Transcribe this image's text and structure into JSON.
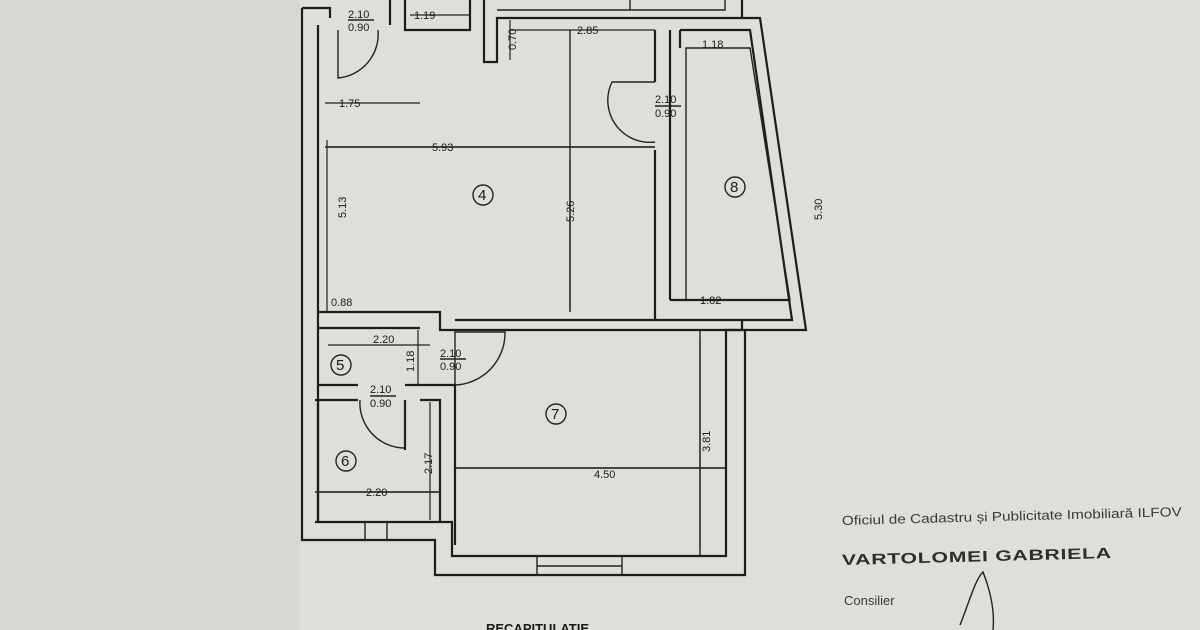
{
  "rooms": [
    {
      "id": "room-4",
      "number": "4"
    },
    {
      "id": "room-5",
      "number": "5"
    },
    {
      "id": "room-6",
      "number": "6"
    },
    {
      "id": "room-7",
      "number": "7"
    },
    {
      "id": "room-8",
      "number": "8"
    }
  ],
  "doors": {
    "top_left": {
      "h": "2.10",
      "w": "0.90"
    },
    "room8": {
      "h": "2.10",
      "w": "0.90"
    },
    "hall": {
      "h": "2.10",
      "w": "0.90"
    },
    "room6": {
      "h": "2.10",
      "w": "0.90"
    }
  },
  "dimensions": {
    "d119": "1.19",
    "d070": "0.70",
    "d285": "2.85",
    "d118_top": "1.18",
    "d175": "1.75",
    "d593": "5.93",
    "d513": "5.13",
    "d526": "5.26",
    "d530": "5.30",
    "d088": "0.88",
    "d182": "1.82",
    "d220_top": "2.20",
    "d118_mid": "1.18",
    "d217": "2.17",
    "d220_bottom": "2.20",
    "d381": "3.81",
    "d450": "4.50"
  },
  "stamp": {
    "office": "Oficiul de Cadastru și Publicitate Imobiliară ILFOV",
    "name": "VARTOLOMEI GABRIELA",
    "title": "Consilier"
  },
  "footer": {
    "text": "RECAPITULATIE"
  }
}
